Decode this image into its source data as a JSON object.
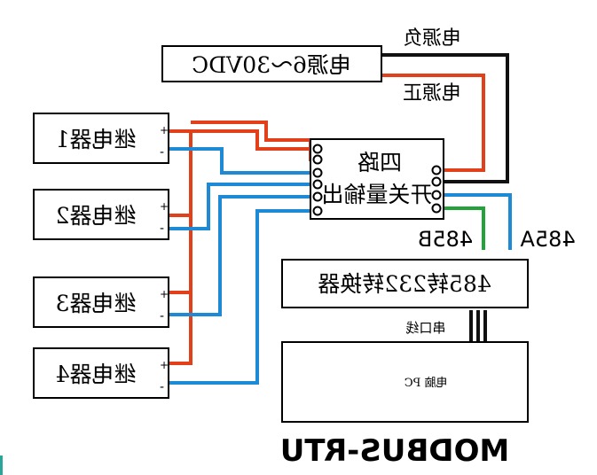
{
  "power_box": {
    "label": "电源6～30VDC"
  },
  "wire_labels": {
    "power_negative": "电源负",
    "power_positive": "电源正",
    "rs485_a": "485A",
    "rs485_b": "485B",
    "serial_line": "串口线"
  },
  "module": {
    "line1": "四路",
    "line2": "开关量输出"
  },
  "relays": [
    {
      "label": "继电器1"
    },
    {
      "label": "继电器2"
    },
    {
      "label": "继电器3"
    },
    {
      "label": "继电器4"
    }
  ],
  "relay_polarity": {
    "plus": "+",
    "minus": "-"
  },
  "converter": {
    "label": "485转232转换器"
  },
  "pc": {
    "label": "电脑 PC"
  },
  "footer_title": "MODBUS-RTU",
  "colors": {
    "positive_wire": "#e2401a",
    "signal_wire": "#1e8ad6",
    "rs485b_wire": "#22a33a",
    "negative_wire": "#111111"
  }
}
